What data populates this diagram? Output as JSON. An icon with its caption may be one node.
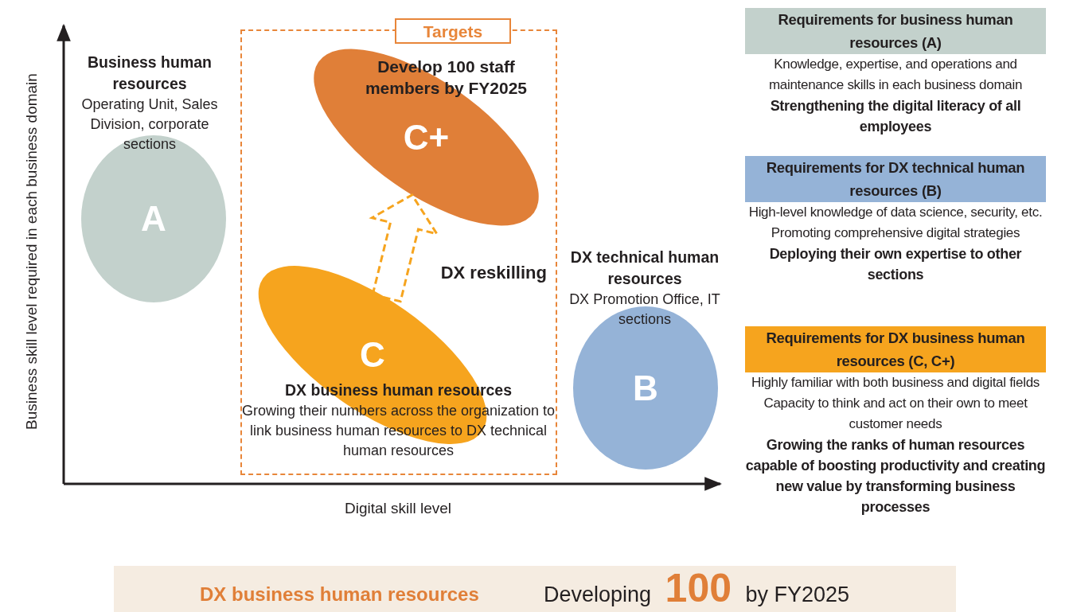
{
  "diagram": {
    "nodes": [
      {
        "text": [
          "Targets"
        ]
      },
      {
        "text": [
          "Business human resources",
          "Operating Unit, Sales Division, corporate sections",
          "A"
        ]
      },
      {
        "text": [
          "Develop 100 staff members by FY2025",
          "C+"
        ],
        "in": 0
      },
      {
        "text": [
          "C",
          "DX business human resources",
          "Growing their numbers across the organization to link business human resources to DX technical human resources"
        ],
        "in": 0
      },
      {
        "text": [
          "DX technical human resources",
          "DX Promotion Office, IT sections",
          "B"
        ]
      },
      {
        "text": [
          "Requirements for business human resources (A)",
          "Knowledge, expertise, and operations and maintenance skills in each business domain",
          "Strengthening the digital literacy of all employees"
        ]
      },
      {
        "text": [
          "Requirements for DX technical human resources (B)",
          "High-level knowledge of data science, security, etc.",
          "Promoting comprehensive digital strategies",
          "Deploying their own expertise to other sections"
        ]
      },
      {
        "text": [
          "Requirements for DX business human resources (C, C+)",
          "Highly familiar with both business and digital fields",
          "Capacity to think and act on their own to meet customer needs",
          "Growing the ranks of human resources capable of boosting productivity and creating new value by transforming business processes"
        ]
      },
      {
        "text": [
          "DX business human resources",
          "Developing **100** by FY2025"
        ]
      }
    ],
    "edges": [
      {
        "from": 3,
        "to": 2,
        "arrow": "to",
        "label": "DX reskilling",
        "style": "dashed"
      }
    ],
    "labels": [
      "Business skill level required in each business domain",
      "Digital skill level"
    ]
  }
}
